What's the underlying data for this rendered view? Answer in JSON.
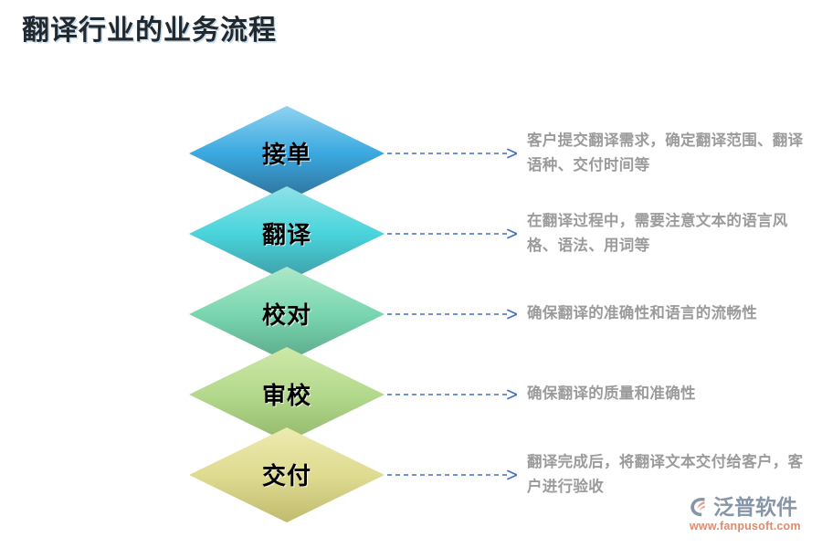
{
  "page": {
    "title": "翻译行业的业务流程",
    "background": "#ffffff"
  },
  "diagram": {
    "type": "vertical-diamond-funnel",
    "stages": [
      {
        "id": "stage-1",
        "label": "接单",
        "color_top": "#8fd2f0",
        "color_mid": "#3aa9e0",
        "color_bottom": "#2f6f96",
        "arrow_color": "#3f6fc4",
        "annotation": "客户提交翻译需求，确定翻译范围、翻译语种、交付时间等"
      },
      {
        "id": "stage-2",
        "label": "翻译",
        "color_top": "#8fe2e6",
        "color_mid": "#49d4dc",
        "color_bottom": "#3f9ba4",
        "arrow_color": "#3f6fc4",
        "annotation": "在翻译过程中，需要注意文本的语言风格、语法、用词等"
      },
      {
        "id": "stage-3",
        "label": "校对",
        "color_top": "#aee8c8",
        "color_mid": "#79d6b0",
        "color_bottom": "#5ca88a",
        "arrow_color": "#3f6fc4",
        "annotation": "确保翻译的准确性和语言的流畅性"
      },
      {
        "id": "stage-4",
        "label": "审校",
        "color_top": "#cfe8a8",
        "color_mid": "#b3d98c",
        "color_bottom": "#93b86c",
        "arrow_color": "#3f6fc4",
        "annotation": "确保翻译的质量和准确性"
      },
      {
        "id": "stage-5",
        "label": "交付",
        "color_top": "#eceab0",
        "color_mid": "#dfdb91",
        "color_bottom": "#c0bb6e",
        "arrow_color": "#3f6fc4",
        "annotation": "翻译完成后，将翻译文本交付给客户，客户进行验收"
      }
    ]
  },
  "logo": {
    "name": "泛普软件",
    "url": "www.fanpusoft.com",
    "mark_color": "#8795a8",
    "accent_color": "#e79a7e",
    "url_color": "#e08a6e"
  }
}
